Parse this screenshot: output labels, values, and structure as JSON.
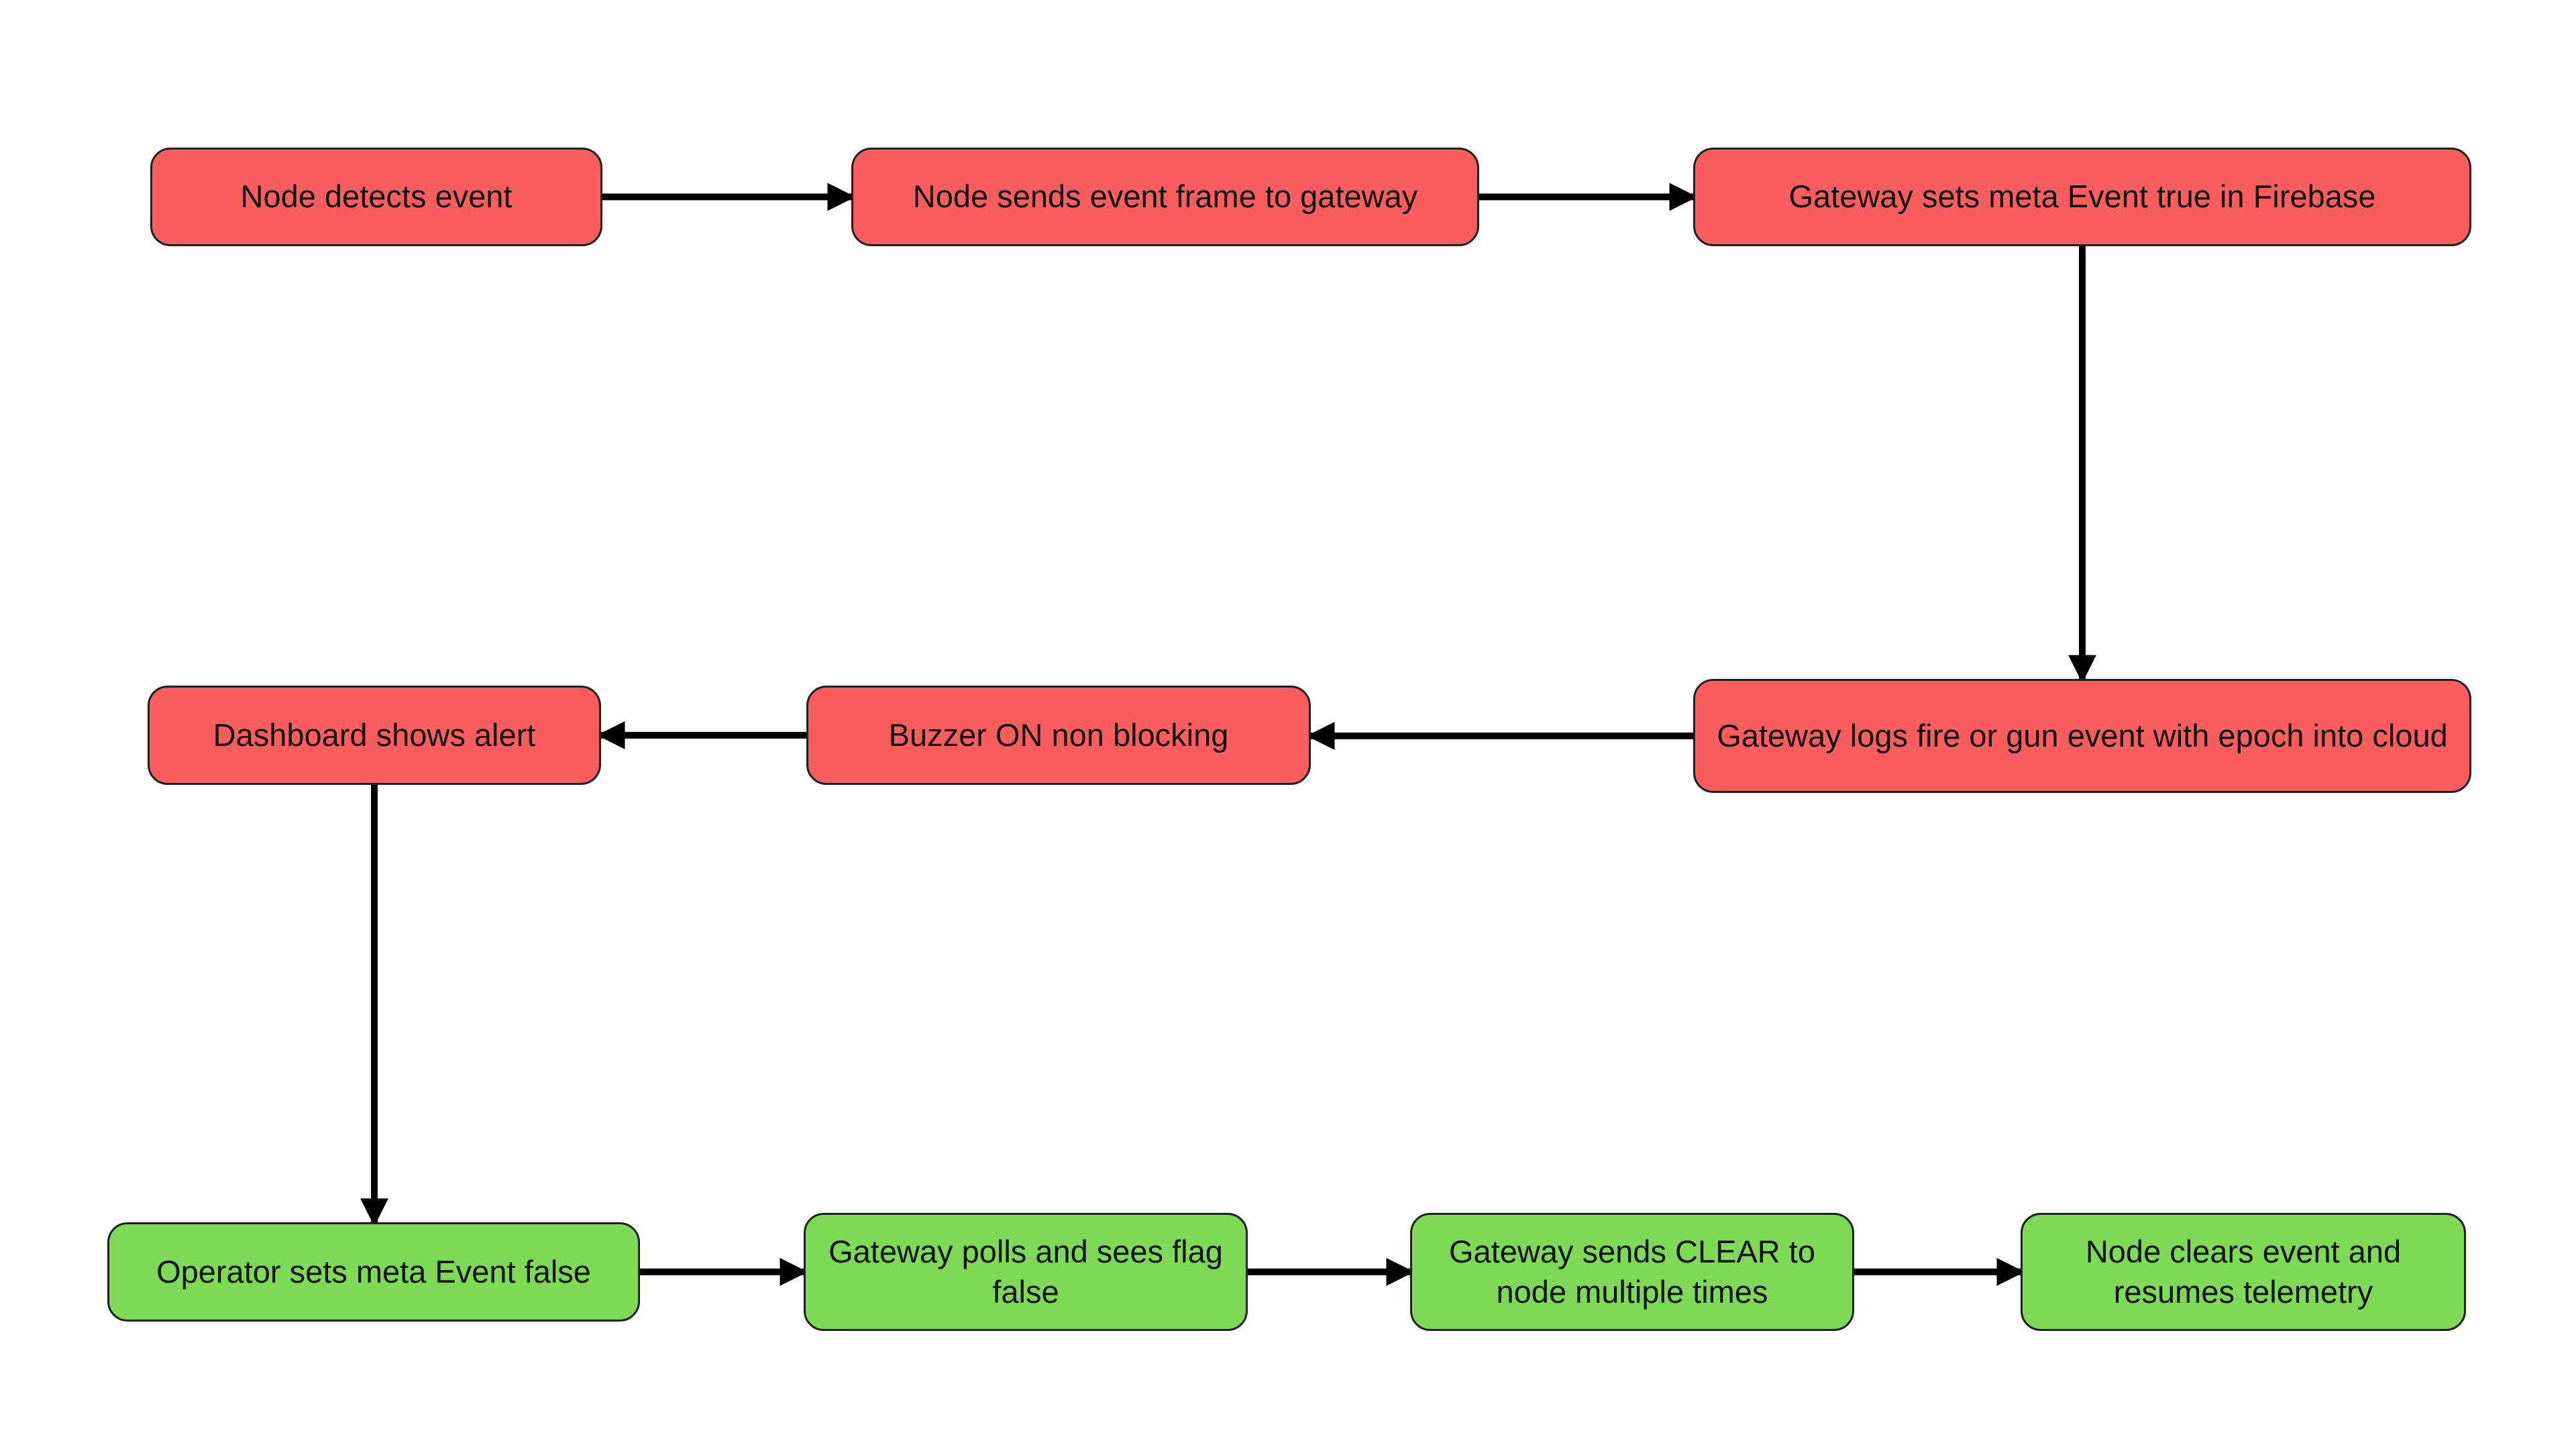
{
  "diagram": {
    "type": "flowchart",
    "background": "#ffffff",
    "colors": {
      "alert": "#f95d5d",
      "resolve": "#7ed957",
      "border": "#1f1f1f",
      "arrow": "#000000",
      "text": "#111111"
    },
    "nodes": [
      {
        "id": "n1",
        "label": "Node detects event",
        "state": "alert"
      },
      {
        "id": "n2",
        "label": "Node sends event frame to gateway",
        "state": "alert"
      },
      {
        "id": "n3",
        "label": "Gateway sets meta Event true in Firebase",
        "state": "alert"
      },
      {
        "id": "n4",
        "label": "Gateway logs fire or gun event with epoch into cloud",
        "state": "alert"
      },
      {
        "id": "n5",
        "label": "Buzzer ON non blocking",
        "state": "alert"
      },
      {
        "id": "n6",
        "label": "Dashboard shows alert",
        "state": "alert"
      },
      {
        "id": "n7",
        "label": "Operator sets meta Event false",
        "state": "resolve"
      },
      {
        "id": "n8",
        "label": "Gateway polls and sees flag false",
        "state": "resolve"
      },
      {
        "id": "n9",
        "label": "Gateway sends CLEAR to node multiple times",
        "state": "resolve"
      },
      {
        "id": "n10",
        "label": "Node clears event and resumes telemetry",
        "state": "resolve"
      }
    ],
    "edges": [
      {
        "from": "n1",
        "to": "n2",
        "dir": "right"
      },
      {
        "from": "n2",
        "to": "n3",
        "dir": "right"
      },
      {
        "from": "n3",
        "to": "n4",
        "dir": "down"
      },
      {
        "from": "n4",
        "to": "n5",
        "dir": "left"
      },
      {
        "from": "n5",
        "to": "n6",
        "dir": "left"
      },
      {
        "from": "n6",
        "to": "n7",
        "dir": "down"
      },
      {
        "from": "n7",
        "to": "n8",
        "dir": "right"
      },
      {
        "from": "n8",
        "to": "n9",
        "dir": "right"
      },
      {
        "from": "n9",
        "to": "n10",
        "dir": "right"
      }
    ]
  }
}
